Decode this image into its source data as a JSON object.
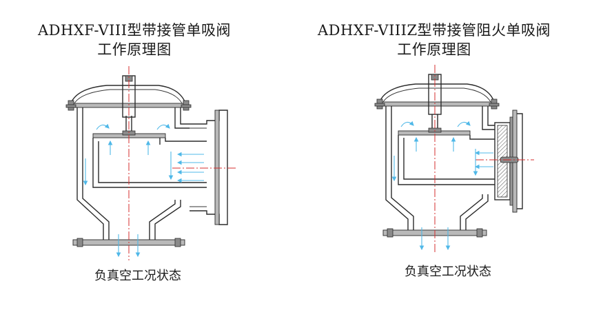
{
  "diagram_left": {
    "title_line1": "ADHXF-VIII型带接管单吸阀",
    "title_line2": "工作原理图",
    "caption": "负真空工况状态"
  },
  "diagram_right": {
    "title_line1": "ADHXF-VIIIZ型带接管阻火单吸阀",
    "title_line2": "工作原理图",
    "caption": "负真空工况状态"
  },
  "colors": {
    "centerline": "#d62c2c",
    "flow_arrow": "#4fb8e8",
    "outline": "#2b2b2b"
  }
}
